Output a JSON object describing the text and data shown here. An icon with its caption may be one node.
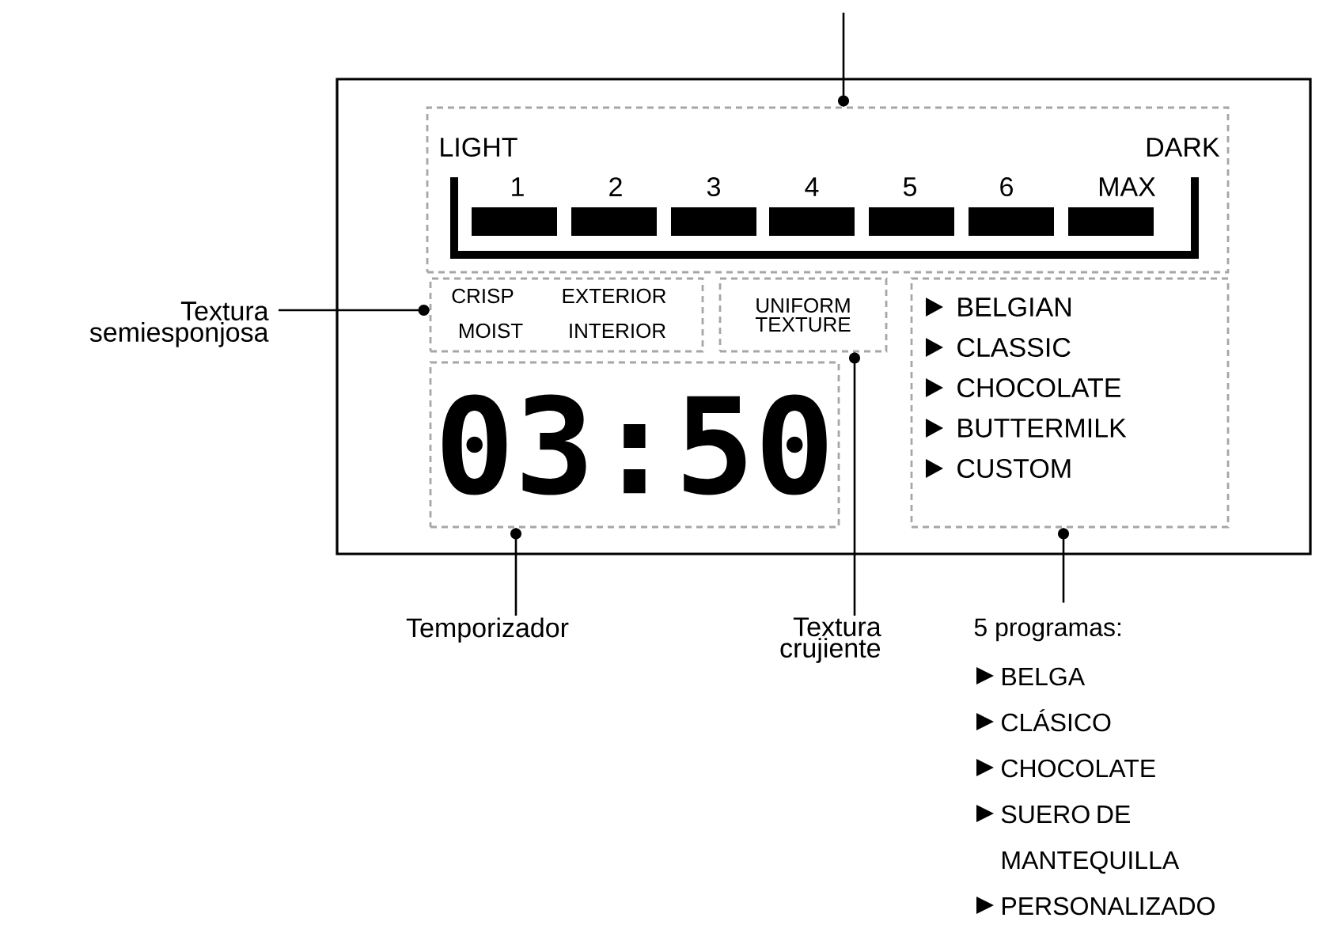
{
  "diagram": {
    "nodes": [
      {
        "text": [],
        "shape": "box"
      },
      {
        "text": [
          "LIGHT",
          "DARK",
          "1",
          "2",
          "3",
          "4",
          "5",
          "6",
          "MAX"
        ],
        "in": 0
      },
      {
        "text": [
          "CRISP",
          "EXTERIOR",
          "MOIST",
          "INTERIOR"
        ],
        "in": 0
      },
      {
        "text": [
          "UNIFORM TEXTURE"
        ],
        "in": 0
      },
      {
        "text": [
          "BELGIAN",
          "CLASSIC",
          "CHOCOLATE",
          "BUTTERMILK",
          "CUSTOM"
        ],
        "in": 0
      },
      {
        "text": [
          "03:50"
        ],
        "in": 0
      },
      {
        "text": [
          "Textura semiesponjosa"
        ]
      },
      {
        "text": [
          "Temporizador"
        ]
      },
      {
        "text": [
          "Textura crujiente"
        ]
      },
      {
        "text": [
          "5 programas:",
          "BELGA",
          "CLÁSICO",
          "CHOCOLATE",
          "SUERO DE MANTEQUILLA",
          "PERSONALIZADO"
        ]
      }
    ],
    "edges": [
      {
        "from": null,
        "to": 1,
        "arrow": "other"
      },
      {
        "from": 6,
        "to": 2,
        "arrow": "other"
      },
      {
        "from": 7,
        "to": 5,
        "arrow": "other"
      },
      {
        "from": 8,
        "to": 3,
        "arrow": "other"
      },
      {
        "from": 9,
        "to": 4,
        "arrow": "other"
      }
    ]
  }
}
